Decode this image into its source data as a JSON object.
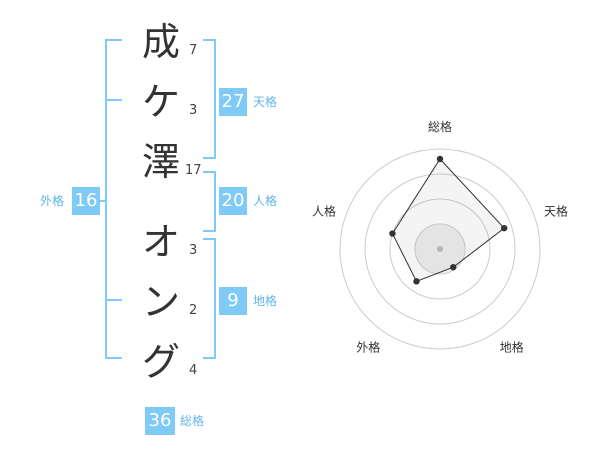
{
  "colors": {
    "accent": "#7fcaf6",
    "label": "#5fb6ea",
    "text": "#333333",
    "grid": "#cccccc"
  },
  "name": {
    "chars": [
      {
        "char": "成",
        "strokes": "7"
      },
      {
        "char": "ケ",
        "strokes": "3"
      },
      {
        "char": "澤",
        "strokes": "17"
      },
      {
        "char": "オ",
        "strokes": "3"
      },
      {
        "char": "ン",
        "strokes": "2"
      },
      {
        "char": "グ",
        "strokes": "4"
      }
    ]
  },
  "fortunes": {
    "tenkaku": {
      "value": "27",
      "label": "天格"
    },
    "jinkaku": {
      "value": "20",
      "label": "人格"
    },
    "chikaku": {
      "value": "9",
      "label": "地格"
    },
    "gaikaku": {
      "value": "16",
      "label": "外格"
    },
    "soukaku": {
      "value": "36",
      "label": "総格"
    }
  },
  "chart_data": {
    "type": "radar",
    "axes": [
      "総格",
      "天格",
      "地格",
      "外格",
      "人格"
    ],
    "values": [
      36,
      27,
      9,
      16,
      20
    ],
    "rings": 4,
    "grid": true
  }
}
